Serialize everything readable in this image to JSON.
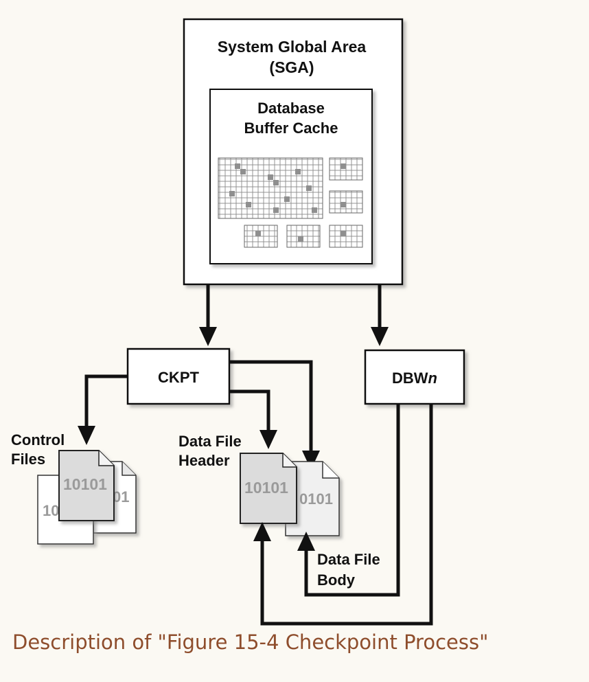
{
  "diagram": {
    "sga_title_line1": "System Global Area",
    "sga_title_line2": "(SGA)",
    "cache_title_line1": "Database",
    "cache_title_line2": "Buffer Cache",
    "ckpt_label": "CKPT",
    "dbwn_prefix": "DBW",
    "dbwn_suffix": "n",
    "control_files_line1": "Control",
    "control_files_line2": "Files",
    "header_line1": "Data File",
    "header_line2": "Header",
    "body_line1": "Data File",
    "body_line2": "Body",
    "file_digits_front": "10101",
    "file_digits_back_control": "10",
    "file_digits_back_control_right": "01",
    "file_digits_back_data": "0101"
  },
  "caption": "Description of \"Figure 15-4 Checkpoint Process\""
}
